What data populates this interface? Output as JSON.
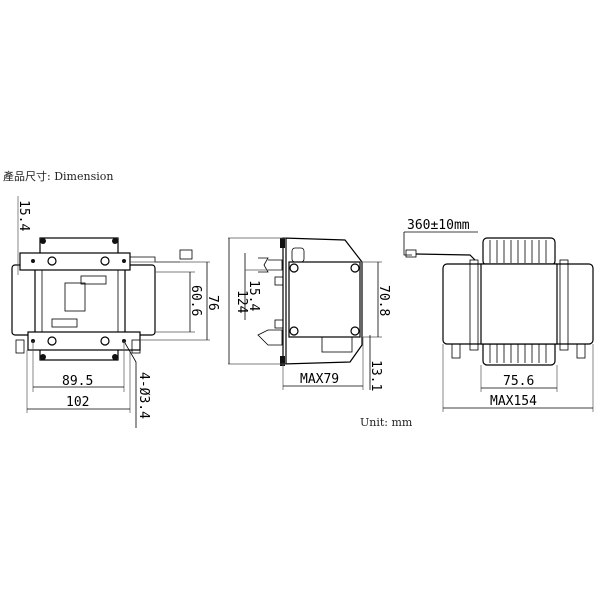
{
  "title": "產品尺寸: Dimension",
  "unit_label": "Unit: mm",
  "front_view": {
    "dim_top_offset": "15.4",
    "dim_inner_height": "60.6",
    "dim_outer_height": "76",
    "dim_hole_spacing": "89.5",
    "dim_width": "102",
    "dim_holes": "4-Ø3.4"
  },
  "side_view": {
    "dim_height": "124",
    "dim_terminal_offset": "15.4",
    "dim_core_height": "70.8",
    "dim_depth": "MAX79",
    "dim_foot": "13.1"
  },
  "top_view": {
    "dim_cable": "360±10mm",
    "dim_coil_width": "75.6",
    "dim_length": "MAX154"
  }
}
